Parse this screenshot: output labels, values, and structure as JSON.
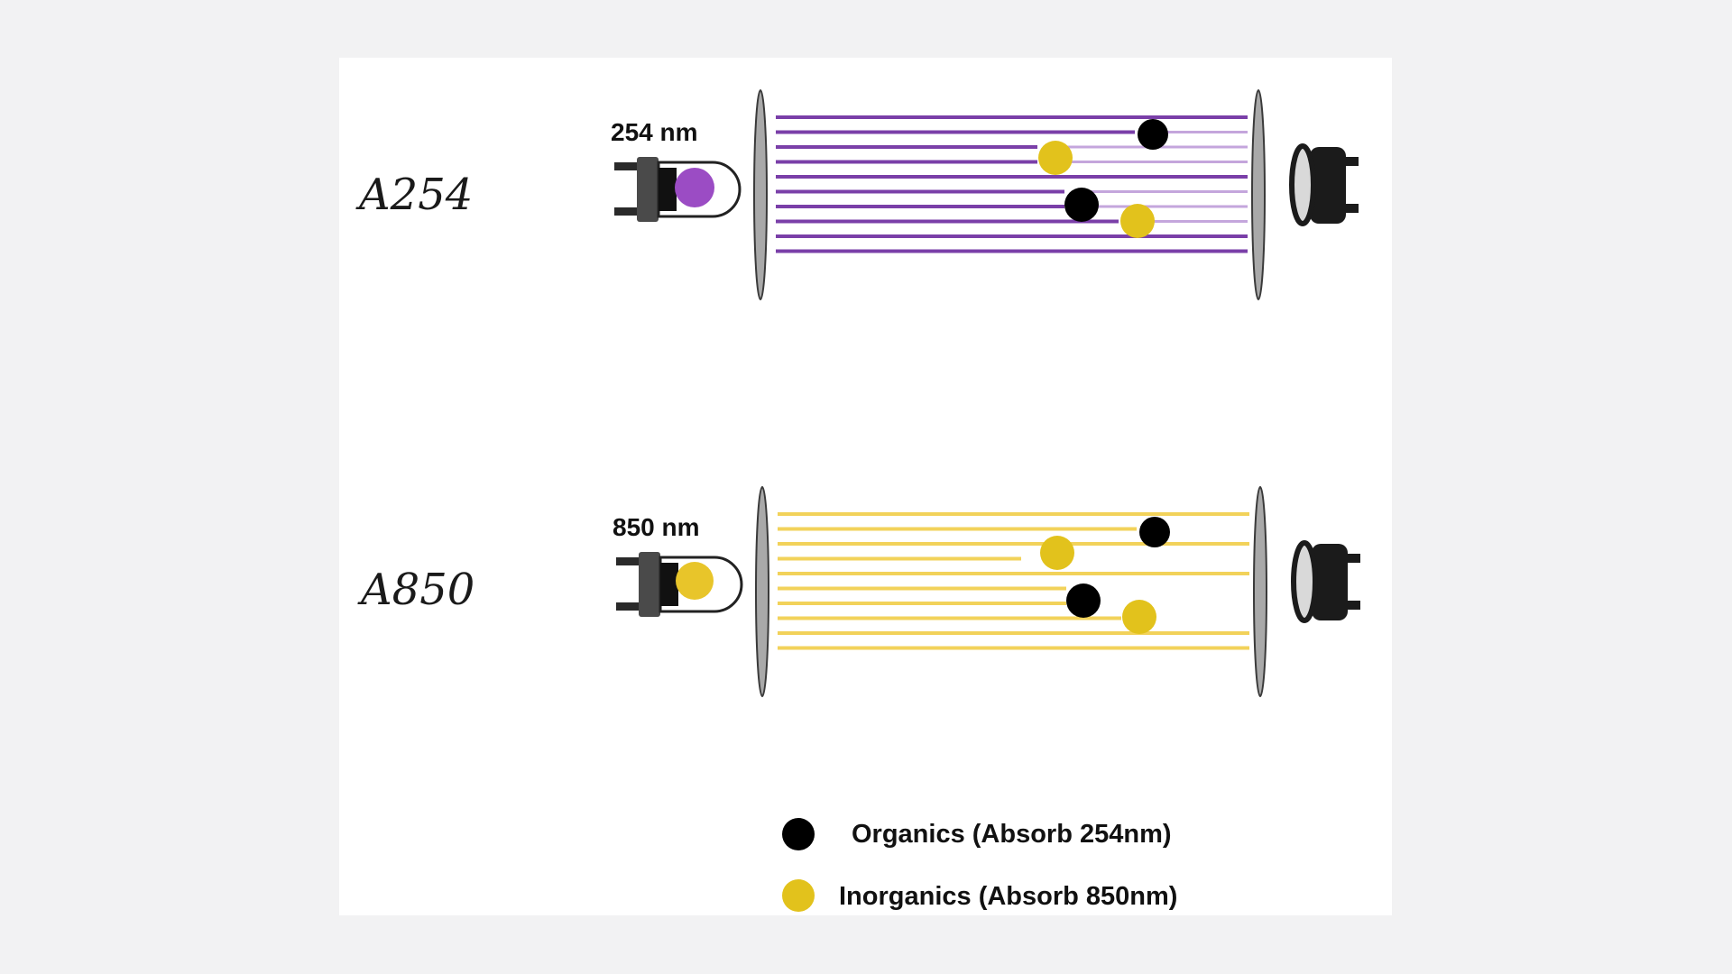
{
  "rows": [
    {
      "id": "a254",
      "label": "A254",
      "wavelength": "254 nm",
      "beam_color": "#7a3fa8",
      "beam_dim_color": "#c4a6dc",
      "led_color": "#9b4cc4"
    },
    {
      "id": "a850",
      "label": "A850",
      "wavelength": "850 nm",
      "beam_color": "#f2d25a",
      "beam_dim_color": "#f2d25a",
      "led_color": "#e8c52a"
    }
  ],
  "legend": {
    "organics": {
      "label": "Organics (Absorb 254nm)",
      "color": "#000000"
    },
    "inorganics": {
      "label": "Inorganics (Absorb 850nm)",
      "color": "#e2c21c"
    }
  },
  "colors": {
    "lens": "#a9a9a9",
    "lens_stroke": "#3a3a3a",
    "emitter_body": "#4a4a4a",
    "detector": "#1b1b1b"
  }
}
